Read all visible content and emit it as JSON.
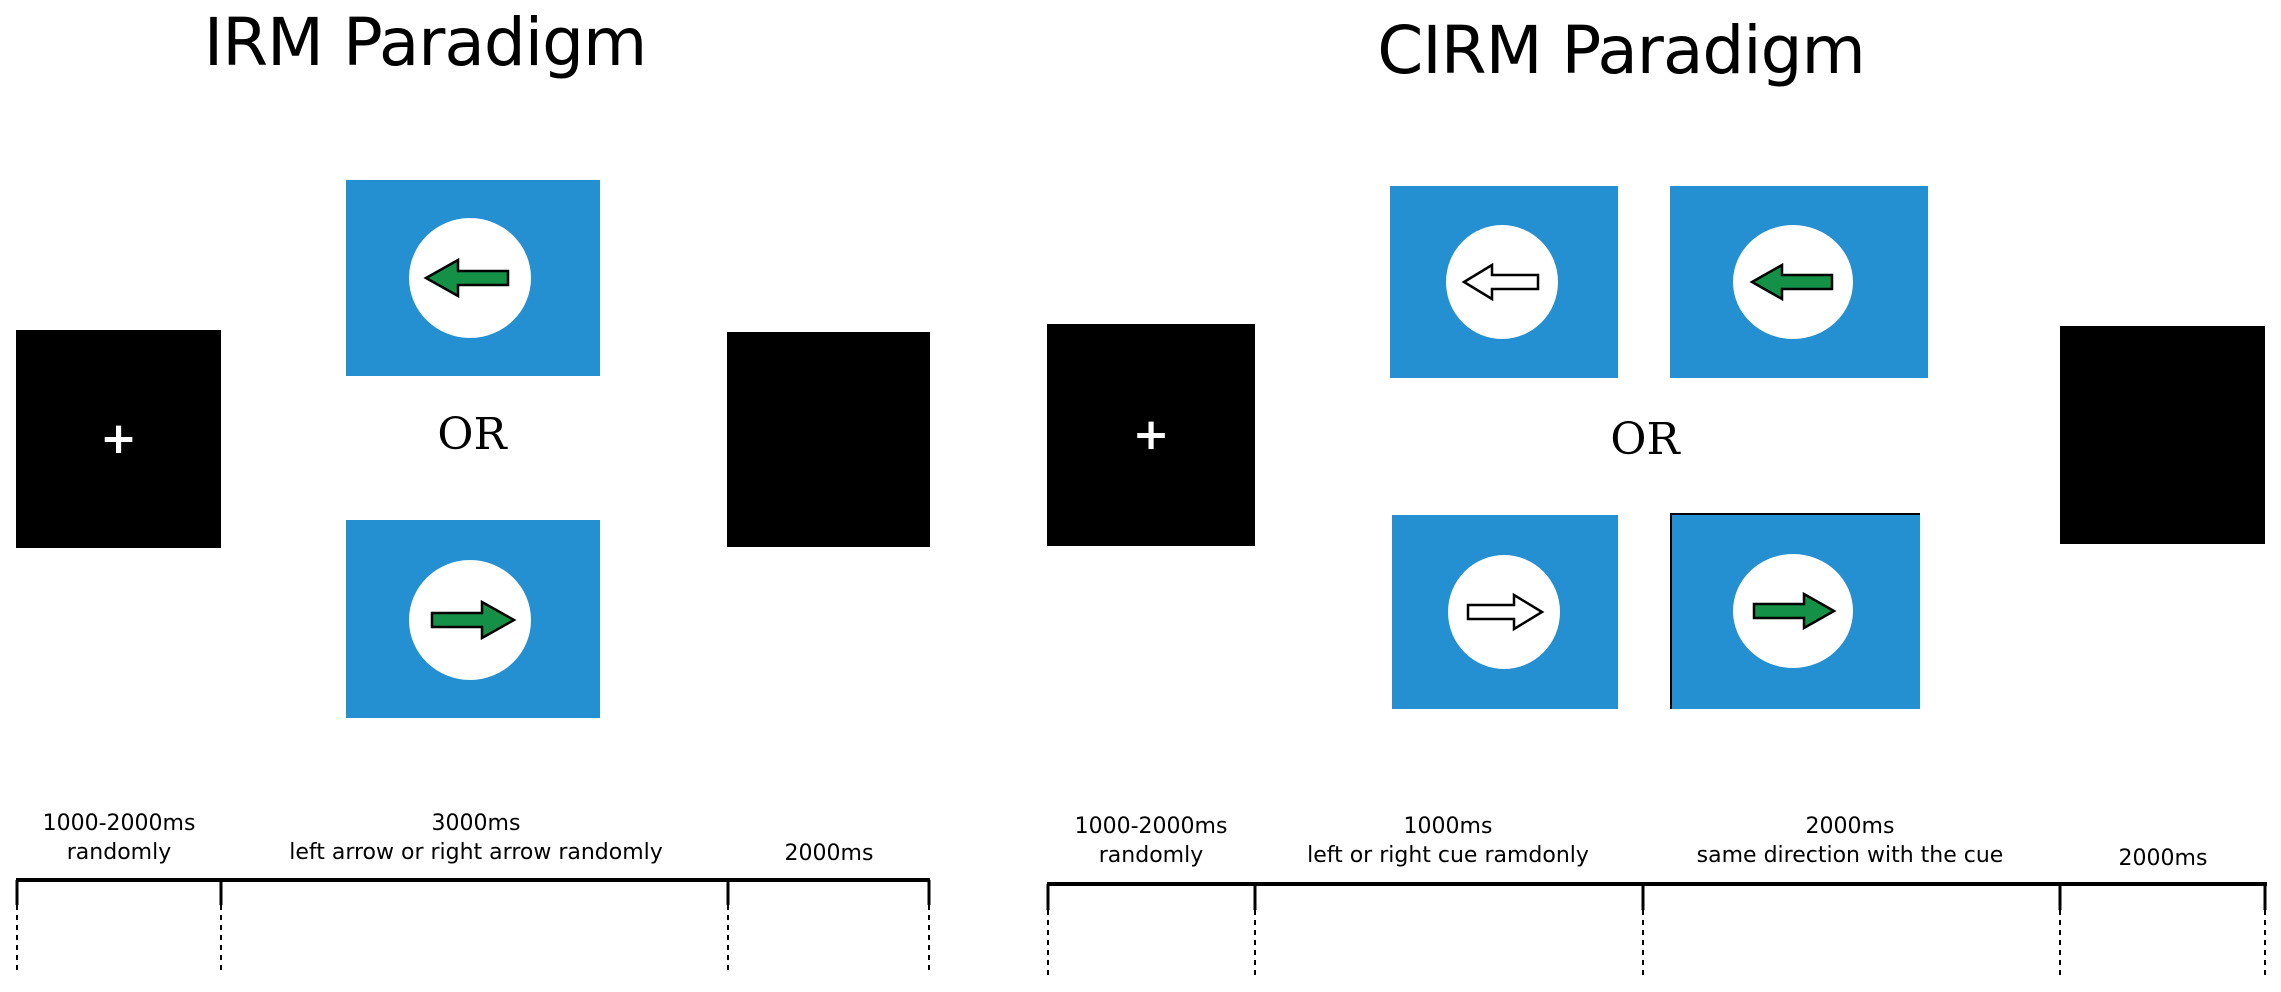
{
  "left": {
    "title": "IRM Paradigm",
    "or_label": "OR",
    "fixation": "+",
    "timeline": [
      {
        "duration": "1000-2000ms",
        "desc": "randomly"
      },
      {
        "duration": "3000ms",
        "desc": "left arrow or right arrow randomly"
      },
      {
        "duration": "2000ms",
        "desc": ""
      }
    ]
  },
  "right": {
    "title": "CIRM Paradigm",
    "or_label": "OR",
    "fixation": "+",
    "timeline": [
      {
        "duration": "1000-2000ms",
        "desc": "randomly"
      },
      {
        "duration": "1000ms",
        "desc": "left or right cue ramdonly"
      },
      {
        "duration": "2000ms",
        "desc": "same direction with the cue"
      },
      {
        "duration": "2000ms",
        "desc": ""
      }
    ]
  },
  "colors": {
    "screen_blue": "#2590d1",
    "arrow_green": "#149146",
    "background_black": "#000000"
  }
}
